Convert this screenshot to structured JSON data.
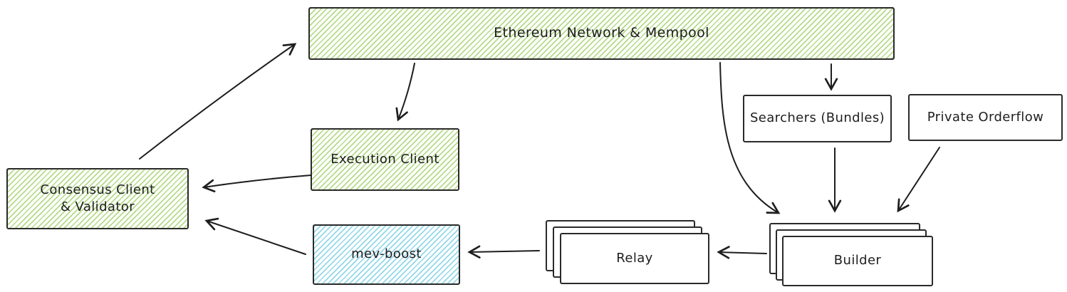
{
  "diagram": {
    "stroke_color": "#1e1e1e",
    "green_hatch_color": "#96cb55",
    "blue_hatch_color": "#49bed8",
    "nodes": {
      "ethereum_network": {
        "label": "Ethereum Network & Mempool",
        "fill": "green-hatch"
      },
      "execution_client": {
        "label": "Execution Client",
        "fill": "green-hatch"
      },
      "consensus_client": {
        "label_line1": "Consensus Client",
        "label_line2": "& Validator",
        "fill": "green-hatch"
      },
      "mev_boost": {
        "label": "mev-boost",
        "fill": "blue-hatch"
      },
      "relay": {
        "label": "Relay",
        "fill": "white",
        "stacked": true
      },
      "builder": {
        "label": "Builder",
        "fill": "white",
        "stacked": true
      },
      "searchers": {
        "label": "Searchers (Bundles)",
        "fill": "white"
      },
      "private_orderflow": {
        "label": "Private Orderflow",
        "fill": "white"
      }
    },
    "edges": [
      {
        "from": "consensus_client",
        "to": "ethereum_network"
      },
      {
        "from": "ethereum_network",
        "to": "execution_client"
      },
      {
        "from": "execution_client",
        "to": "consensus_client"
      },
      {
        "from": "mev_boost",
        "to": "consensus_client"
      },
      {
        "from": "relay",
        "to": "mev_boost"
      },
      {
        "from": "builder",
        "to": "relay"
      },
      {
        "from": "ethereum_network",
        "to": "builder"
      },
      {
        "from": "ethereum_network",
        "to": "searchers"
      },
      {
        "from": "searchers",
        "to": "builder"
      },
      {
        "from": "private_orderflow",
        "to": "builder"
      }
    ]
  }
}
